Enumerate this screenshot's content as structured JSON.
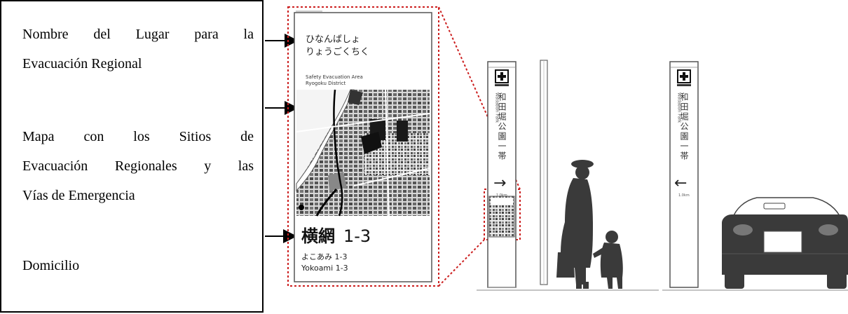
{
  "legend": {
    "name_lines": [
      "Nombre del Lugar para la",
      "Evacuación Regional"
    ],
    "map_lines": [
      "Mapa con los Sitios de",
      "Evacuación Regionales y las",
      "Vías de Emergencia"
    ],
    "address": "Domicilio"
  },
  "sign": {
    "place_name_jp_line1": "ひなんばしょ",
    "place_name_jp_line2": "りょうごくちく",
    "place_name_en_line1": "Safety Evacuation Area",
    "place_name_en_line2": "Ryogoku District",
    "address_kanji": "横網",
    "address_number": "1-3",
    "address_kana": "よこあみ 1-3",
    "address_romaji": "Yokoami 1-3"
  },
  "pole": {
    "vertical_jp": "和田堀公園一帯",
    "vertical_en": "Wadabori Park",
    "distance_right": "1.0km",
    "distance_left": "1.0km"
  },
  "colors": {
    "dotted_frame": "#cc1f1f",
    "silhouette": "#3a3a3a"
  }
}
